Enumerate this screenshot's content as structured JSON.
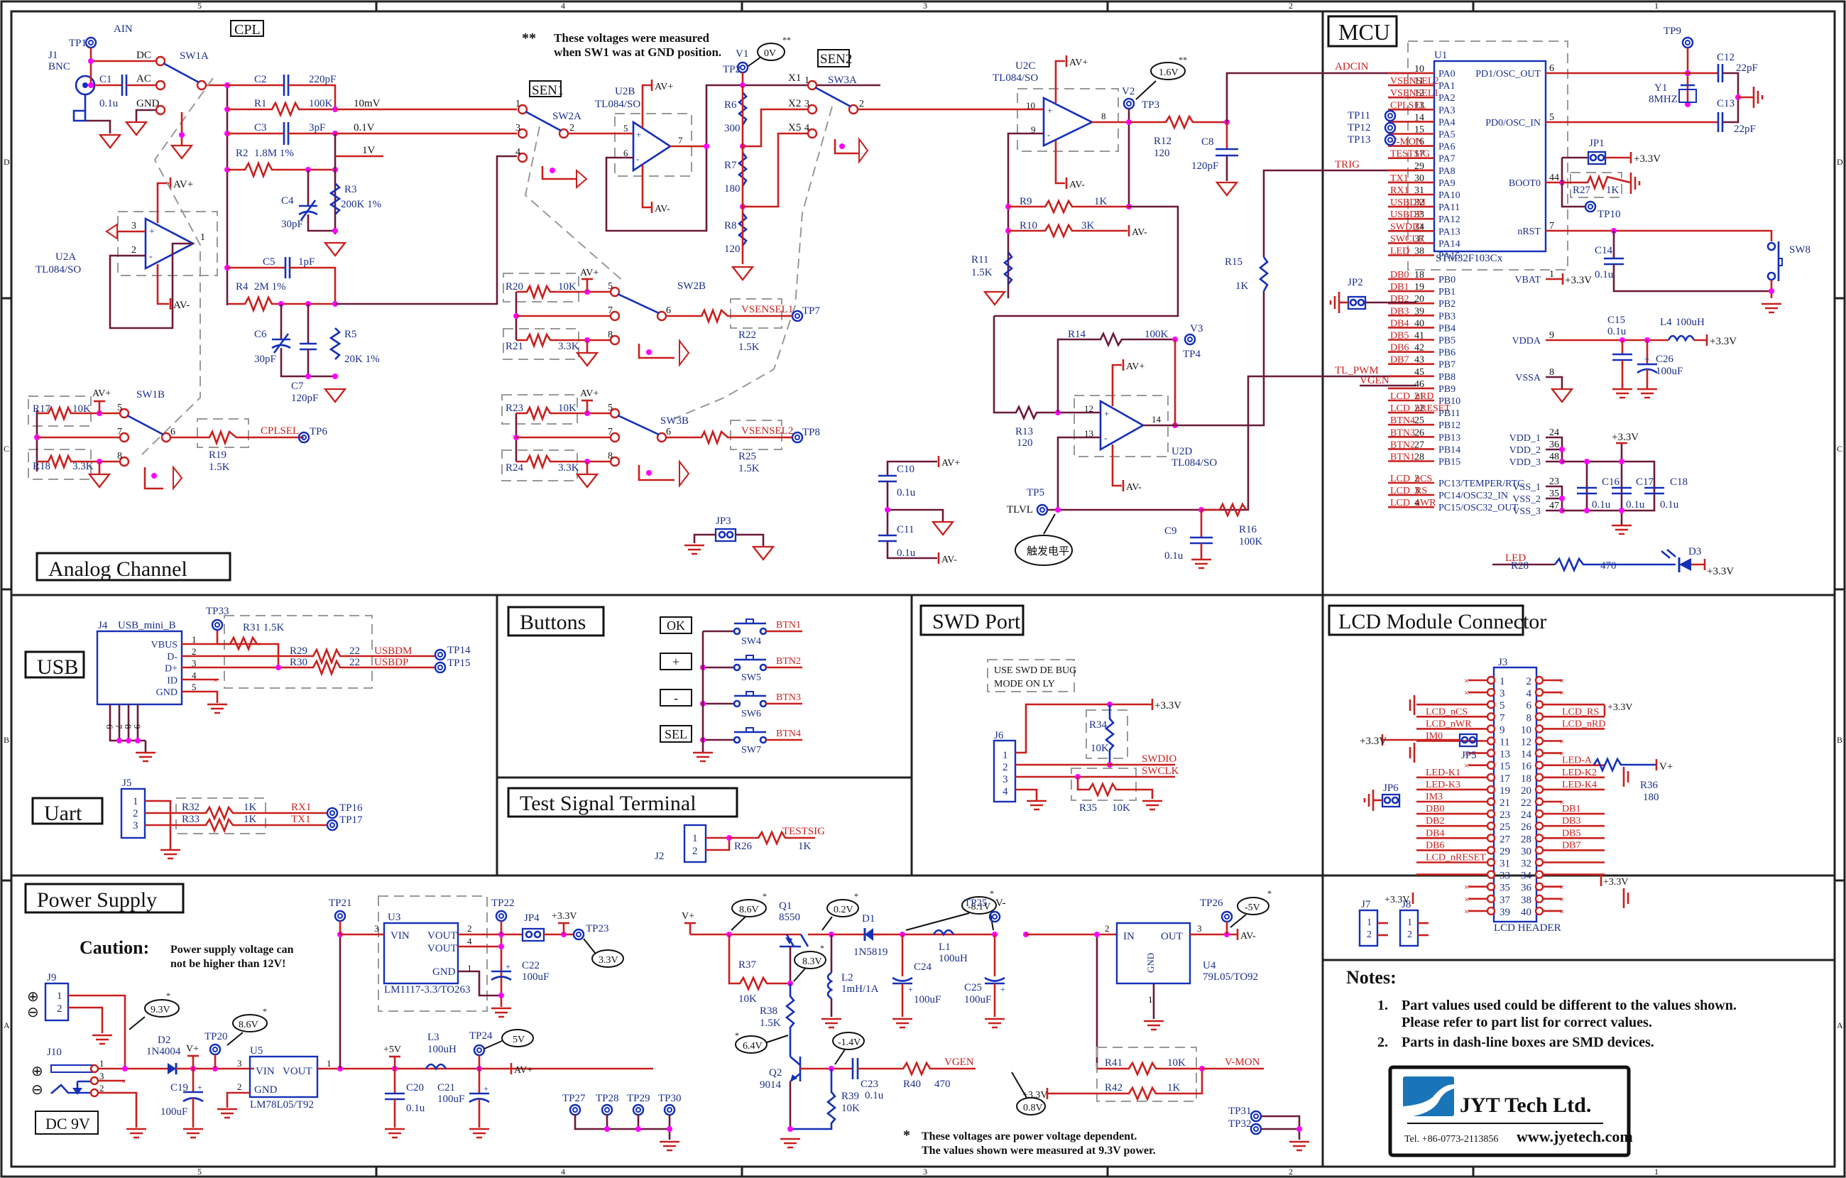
{
  "border": {
    "column_marks": [
      "5",
      "4",
      "3",
      "2",
      "1"
    ],
    "row_marks": [
      "D",
      "C",
      "B",
      "A"
    ]
  },
  "sections": {
    "analog": "Analog Channel",
    "mcu": "MCU",
    "usb": "USB",
    "uart": "Uart",
    "buttons": "Buttons",
    "test_signal": "Test Signal Terminal",
    "swd": "SWD Port",
    "lcd": "LCD Module Connector",
    "power": "Power Supply"
  },
  "analog": {
    "note_marker": "**",
    "note_line1": "These voltages were measured",
    "note_line2": "when SW1 was at GND position.",
    "cpl_box": "CPL",
    "sen1_box": "SEN1",
    "sen2_box": "SEN2",
    "ain": "AIN",
    "tp1": "TP1",
    "j1": "J1",
    "j1_type": "BNC",
    "dc": "DC",
    "ac": "AC",
    "gnd": "GND",
    "c1": "C1",
    "c1_val": "0.1u",
    "sw1a": "SW1A",
    "sw1b": "SW1B",
    "sw2a": "SW2A",
    "sw2b": "SW2B",
    "sw3a": "SW3A",
    "sw3b": "SW3B",
    "c2": "C2",
    "c2_val": "220pF",
    "r1": "R1",
    "r1_val": "100K",
    "range_10mv": "10mV",
    "c3": "C3",
    "c3_val": "3pF",
    "range_01v": "0.1V",
    "r2": "R2",
    "r2_val": "1.8M 1%",
    "range_1v": "1V",
    "c4": "C4",
    "c4_val": "30pF",
    "r3": "R3",
    "r3_val": "200K 1%",
    "c5": "C5",
    "c5_val": "1pF",
    "r4": "R4",
    "r4_val": "2M 1%",
    "c6": "C6",
    "c6_val": "30pF",
    "c7": "C7",
    "c7_val": "120pF",
    "r5": "R5",
    "r5_val": "20K 1%",
    "u2a": "U2A",
    "u2_type": "TL084/SO",
    "u2b": "U2B",
    "u2c": "U2C",
    "u2d": "U2D",
    "avp": "AV+",
    "avm": "AV-",
    "r17": "R17",
    "r17_val": "10K",
    "r18": "R18",
    "r18_val": "3.3K",
    "r19": "R19",
    "r19_val": "1.5K",
    "cplsel": "CPLSEL",
    "tp6": "TP6",
    "r20": "R20",
    "r20_val": "10K",
    "r21": "R21",
    "r21_val": "3.3K",
    "r22": "R22",
    "r22_val": "1.5K",
    "vsensel1": "VSENSEL1",
    "tp7": "TP7",
    "r23": "R23",
    "r23_val": "10K",
    "r24": "R24",
    "r24_val": "3.3K",
    "r25": "R25",
    "r25_val": "1.5K",
    "vsensel2": "VSENSEL2",
    "tp8": "TP8",
    "v1": "V1",
    "tp2": "TP2",
    "v1_meas": "0V",
    "r6": "R6",
    "r6_val": "300",
    "r7": "R7",
    "r7_val": "180",
    "r8": "R8",
    "r8_val": "120",
    "x1": "X1",
    "x2": "X2",
    "x5": "X5",
    "v2": "V2",
    "tp3": "TP3",
    "v2_meas": "1.6V",
    "r12": "R12",
    "r12_val": "120",
    "c8": "C8",
    "c8_val": "120pF",
    "r9": "R9",
    "r9_val": "1K",
    "r10": "R10",
    "r10_val": "3K",
    "r11": "R11",
    "r11_val": "1.5K",
    "r15": "R15",
    "r15_val": "1K",
    "r14": "R14",
    "r14_val": "100K",
    "v3": "V3",
    "tp4": "TP4",
    "r13": "R13",
    "r13_val": "120",
    "tp5": "TP5",
    "tlvl": "TLVL",
    "trigger_level_cn": "触发电平",
    "c9": "C9",
    "c9_val": "0.1u",
    "r16": "R16",
    "r16_val": "100K",
    "c10": "C10",
    "c10_val": "0.1u",
    "c11": "C11",
    "c11_val": "0.1u",
    "jp3": "JP3",
    "adcin": "ADCIN",
    "trig": "TRIG",
    "tl_pwm": "TL_PWM",
    "vgen": "VGEN"
  },
  "mcu": {
    "u1": "U1",
    "part": "STM32F103Cx",
    "left_pins": [
      {
        "net": "",
        "num": "10",
        "name": "PA0"
      },
      {
        "net": "VSENSEL2",
        "num": "11",
        "name": "PA1"
      },
      {
        "net": "VSENSEL1",
        "num": "12",
        "name": "PA2"
      },
      {
        "net": "CPLSEL",
        "num": "13",
        "name": "PA3"
      },
      {
        "net": "",
        "num": "14",
        "name": "PA4"
      },
      {
        "net": "",
        "num": "15",
        "name": "PA5"
      },
      {
        "net": "V-MON",
        "num": "16",
        "name": "PA6"
      },
      {
        "net": "TESTSIG",
        "num": "17",
        "name": "PA7"
      },
      {
        "net": "",
        "num": "29",
        "name": "PA8"
      },
      {
        "net": "TX1",
        "num": "30",
        "name": "PA9"
      },
      {
        "net": "RX1",
        "num": "31",
        "name": "PA10"
      },
      {
        "net": "USBDM",
        "num": "32",
        "name": "PA11"
      },
      {
        "net": "USBDP",
        "num": "33",
        "name": "PA12"
      },
      {
        "net": "SWDIO",
        "num": "34",
        "name": "PA13"
      },
      {
        "net": "SWCLK",
        "num": "37",
        "name": "PA14"
      },
      {
        "net": "LED",
        "num": "38",
        "name": "PA15"
      },
      {
        "net": "DB0",
        "num": "18",
        "name": "PB0"
      },
      {
        "net": "DB1",
        "num": "19",
        "name": "PB1"
      },
      {
        "net": "DB2",
        "num": "20",
        "name": "PB2"
      },
      {
        "net": "DB3",
        "num": "39",
        "name": "PB3"
      },
      {
        "net": "DB4",
        "num": "40",
        "name": "PB4"
      },
      {
        "net": "DB5",
        "num": "41",
        "name": "PB5"
      },
      {
        "net": "DB6",
        "num": "42",
        "name": "PB6"
      },
      {
        "net": "DB7",
        "num": "43",
        "name": "PB7"
      },
      {
        "net": "",
        "num": "45",
        "name": "PB8"
      },
      {
        "net": "",
        "num": "46",
        "name": "PB9"
      },
      {
        "net": "LCD_nRD",
        "num": "21",
        "name": "PB10"
      },
      {
        "net": "LCD_nRESET",
        "num": "22",
        "name": "PB11"
      },
      {
        "net": "BTN4",
        "num": "25",
        "name": "PB12"
      },
      {
        "net": "BTN3",
        "num": "26",
        "name": "PB13"
      },
      {
        "net": "BTN2",
        "num": "27",
        "name": "PB14"
      },
      {
        "net": "BTN1",
        "num": "28",
        "name": "PB15"
      },
      {
        "net": "LCD_nCS",
        "num": "2",
        "name": "PC13/TEMPER/RTC"
      },
      {
        "net": "LCD_RS",
        "num": "3",
        "name": "PC14/OSC32_IN"
      },
      {
        "net": "LCD_nWR",
        "num": "4",
        "name": "PC15/OSC32_OUT"
      }
    ],
    "right_pins": [
      {
        "num": "6",
        "name": "PD1/OSC_OUT"
      },
      {
        "num": "5",
        "name": "PD0/OSC_IN"
      },
      {
        "num": "44",
        "name": "BOOT0"
      },
      {
        "num": "7",
        "name": "nRST"
      },
      {
        "num": "1",
        "name": "VBAT"
      },
      {
        "num": "9",
        "name": "VDDA"
      },
      {
        "num": "8",
        "name": "VSSA"
      },
      {
        "num": "24",
        "name": "VDD_1"
      },
      {
        "num": "36",
        "name": "VDD_2"
      },
      {
        "num": "48",
        "name": "VDD_3"
      },
      {
        "num": "23",
        "name": "VSS_1"
      },
      {
        "num": "35",
        "name": "VSS_2"
      },
      {
        "num": "47",
        "name": "VSS_3"
      }
    ],
    "tp9": "TP9",
    "tp10": "TP10",
    "tp11": "TP11",
    "tp12": "TP12",
    "tp13": "TP13",
    "c12": "C12",
    "c12_val": "22pF",
    "c13": "C13",
    "c13_val": "22pF",
    "y1": "Y1",
    "y1_val": "8MHZ",
    "jp1": "JP1",
    "jp2": "JP2",
    "r27": "R27",
    "r27_val": "1K",
    "v33": "+3.3V",
    "c14": "C14",
    "c14_val": "0.1u",
    "sw8": "SW8",
    "c15": "C15",
    "c15_val": "0.1u",
    "l4": "L4",
    "l4_val": "100uH",
    "c26": "C26",
    "c26_val": "100uF",
    "c16": "C16",
    "c17": "C17",
    "c18": "C18",
    "cap_val": "0.1u",
    "led_net": "LED",
    "r28": "R28",
    "r28_val": "470",
    "d3": "D3"
  },
  "usb": {
    "j4": "J4",
    "j4_type": "USB_mini_B",
    "pins": [
      "VBUS",
      "D-",
      "D+",
      "ID",
      "GND"
    ],
    "pin_nums": [
      "1",
      "2",
      "3",
      "4",
      "5"
    ],
    "shield_pins": [
      "6",
      "7",
      "8",
      "9"
    ],
    "tp33": "TP33",
    "r31": "R31 1.5K",
    "r29": "R29",
    "r29_val": "22",
    "r30": "R30",
    "r30_val": "22",
    "usbdm": "USBDM",
    "usbdp": "USBDP",
    "tp14": "TP14",
    "tp15": "TP15"
  },
  "uart": {
    "j5": "J5",
    "pins": [
      "1",
      "2",
      "3"
    ],
    "r32": "R32",
    "r32_val": "1K",
    "r33": "R33",
    "r33_val": "1K",
    "rx1": "RX1",
    "tx1": "TX1",
    "tp16": "TP16",
    "tp17": "TP17"
  },
  "buttons": {
    "items": [
      {
        "label": "OK",
        "sw": "SW4",
        "net": "BTN1"
      },
      {
        "label": "+",
        "sw": "SW5",
        "net": "BTN2"
      },
      {
        "label": "-",
        "sw": "SW6",
        "net": "BTN3"
      },
      {
        "label": "SEL",
        "sw": "SW7",
        "net": "BTN4"
      }
    ]
  },
  "test_signal": {
    "j2": "J2",
    "pins": [
      "1",
      "2"
    ],
    "r26": "R26",
    "r26_val": "1K",
    "net": "TESTSIG"
  },
  "swd": {
    "note_line1": "USE SWD DE BUG",
    "note_line2": "MODE ON LY",
    "j6": "J6",
    "pins": [
      "1",
      "2",
      "3",
      "4"
    ],
    "v33": "+3.3V",
    "r34": "R34",
    "r34_val": "10K",
    "r35": "R35",
    "r35_val": "10K",
    "swdio": "SWDIO",
    "swclk": "SWCLK"
  },
  "lcd": {
    "j3": "J3",
    "footer": "LCD HEADER",
    "left_nets": [
      "",
      "",
      "",
      "LCD_nCS",
      "LCD_nWR",
      "IM0",
      "",
      "",
      "LED-K1",
      "LED-K3",
      "IM3",
      "DB0",
      "DB2",
      "DB4",
      "DB6",
      "LCD_nRESET",
      "",
      "",
      "",
      ""
    ],
    "right_nets": [
      "",
      "",
      "",
      "LCD_RS",
      "LCD_nRD",
      "",
      "",
      "LED-A",
      "LED-K2",
      "LED-K4",
      "",
      "DB1",
      "DB3",
      "DB5",
      "DB7",
      "",
      "",
      "",
      "",
      ""
    ],
    "v33": "+3.3V",
    "jp5": "JP5",
    "jp6": "JP6",
    "r36": "R36",
    "r36_val": "180",
    "vplus": "V+",
    "j7": "J7",
    "j8": "J8"
  },
  "notes": {
    "title": "Notes:",
    "items": [
      {
        "num": "1.",
        "line1": "Part values used could be different to the values shown.",
        "line2": "Please refer to part list for correct values."
      },
      {
        "num": "2.",
        "line1": "Parts in dash-line boxes are SMD devices.",
        "line2": ""
      }
    ]
  },
  "logo": {
    "company": "JYT Tech Ltd.",
    "tel": "Tel. +86-0773-2113856",
    "web": "www.jyetech.com",
    "brand_color": "#1a74b8"
  },
  "power": {
    "caution_label": "Caution:",
    "caution_line1": "Power supply voltage can",
    "caution_line2": "not be higher than 12V!",
    "j9": "J9",
    "j10": "J10",
    "dc9v": "DC 9V",
    "d2": "D2",
    "d2_val": "1N4004",
    "vplus": "V+",
    "vminus": "V-",
    "tp20": "TP20",
    "meas_93": "9.3V",
    "meas_86": "8.6V",
    "c19": "C19",
    "c19_val": "100uF",
    "u5": "U5",
    "u5_part": "LM78L05/T92",
    "vin": "VIN",
    "vout": "VOUT",
    "gnd": "GND",
    "tp21": "TP21",
    "u3": "U3",
    "u3_part": "LM1117-3.3/TO263",
    "tp22": "TP22",
    "jp4": "JP4",
    "v33": "+3.3V",
    "tp23": "TP23",
    "meas_33": "3.3V",
    "c22": "C22",
    "c22_val": "100uF",
    "p5v": "+5V",
    "l3": "L3",
    "l3_val": "100uH",
    "tp24": "TP24",
    "meas_5v": "5V",
    "avp": "AV+",
    "avm": "AV-",
    "c20": "C20",
    "c20_val": "0.1u",
    "c21": "C21",
    "c21_val": "100uF",
    "tp_gnd": [
      "TP27",
      "TP28",
      "TP29",
      "TP30"
    ],
    "q1": "Q1",
    "q1_val": "8550",
    "meas_02": "0.2V",
    "meas_83": "8.3V",
    "d1": "D1",
    "d1_val": "1N5819",
    "meas_m81": "-8.1V",
    "l1": "L1",
    "l1_val": "100uH",
    "tp25": "TP25",
    "r37": "R37",
    "r37_val": "10K",
    "l2": "L2",
    "l2_val": "1mH/1A",
    "c24": "C24",
    "c24_val": "100uF",
    "c25": "C25",
    "c25_val": "100uF",
    "r38": "R38",
    "r38_val": "1.5K",
    "meas_64": "6.4V",
    "q2": "Q2",
    "q2_val": "9014",
    "meas_m14": "-1.4V",
    "r39": "R39",
    "r39_val": "10K",
    "c23": "C23",
    "c23_val": "0.1u",
    "r40": "R40",
    "r40_val": "470",
    "vgen": "VGEN",
    "meas_08": "0.8V",
    "u4": "U4",
    "u4_part": "79L05/TO92",
    "in": "IN",
    "out": "OUT",
    "gnd_rot": "GND",
    "tp26": "TP26",
    "meas_m5": "-5V",
    "r41": "R41",
    "r41_val": "10K",
    "r42": "R42",
    "r42_val": "1K",
    "vmon": "V-MON",
    "tp31": "TP31",
    "tp32": "TP32",
    "note_marker": "*",
    "note_line1": "These voltages are power voltage dependent.",
    "note_line2": "The values shown were measured at 9.3V power."
  }
}
